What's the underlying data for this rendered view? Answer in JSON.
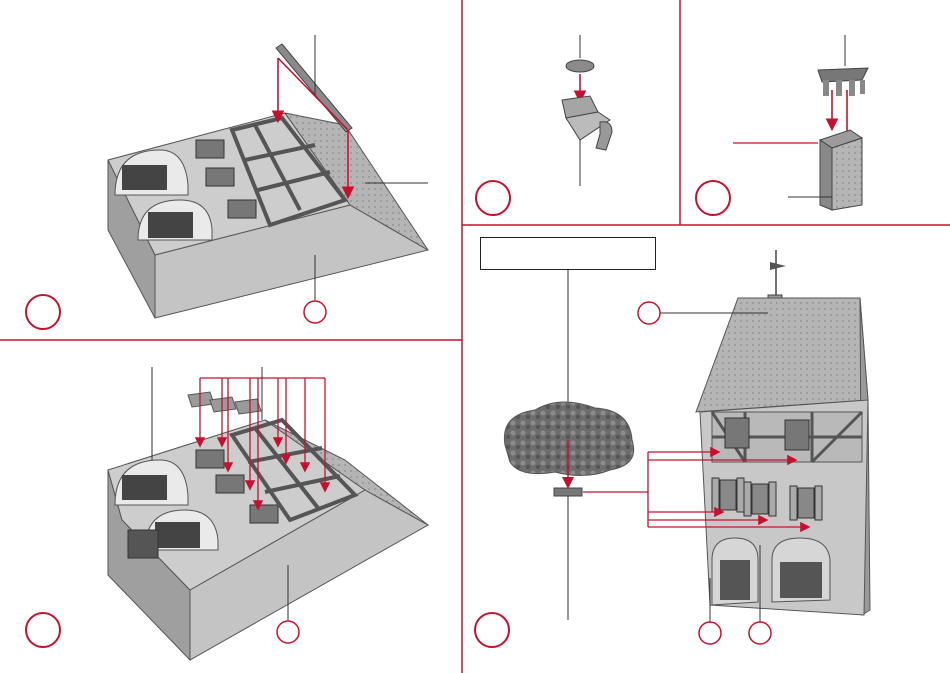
{
  "colors": {
    "divider": "#c8102e",
    "arrow": "#c8102e",
    "leader": "#333333",
    "wall": "#bdbdbd",
    "wall_dark": "#8f8f8f",
    "roof": "#a9a9a9",
    "timber": "#6e6e6e",
    "foliage": "#7a7a7a"
  },
  "panels": [
    {
      "id": "panel-1",
      "step_circle": "",
      "part_circle": ""
    },
    {
      "id": "panel-2",
      "step_circle": ""
    },
    {
      "id": "panel-3",
      "step_circle": ""
    },
    {
      "id": "panel-4",
      "step_circle": "",
      "part_circle": ""
    },
    {
      "id": "panel-5",
      "step_circle": "",
      "part_circles": [
        "",
        "",
        ""
      ]
    }
  ],
  "label_box": {
    "text": ""
  },
  "icons": [
    "house-base-model",
    "roof-ridge-part",
    "finial-part",
    "bracket-part",
    "chimney-cap-part",
    "chimney-part",
    "window-shutter-part",
    "tree-part",
    "tree-base-part",
    "finished-house-model"
  ]
}
